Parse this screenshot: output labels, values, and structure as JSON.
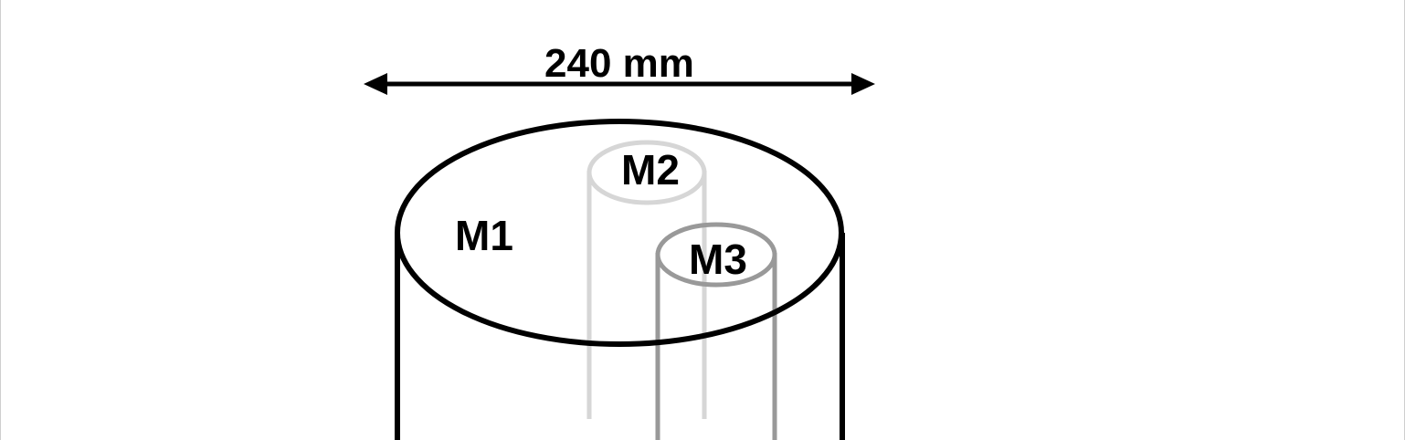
{
  "dimension": {
    "label": "240 mm"
  },
  "cylinders": [
    {
      "id": "M1",
      "label": "M1",
      "color": "#000000"
    },
    {
      "id": "M2",
      "label": "M2",
      "color": "#d6d6d6"
    },
    {
      "id": "M3",
      "label": "M3",
      "color": "#999999"
    }
  ]
}
